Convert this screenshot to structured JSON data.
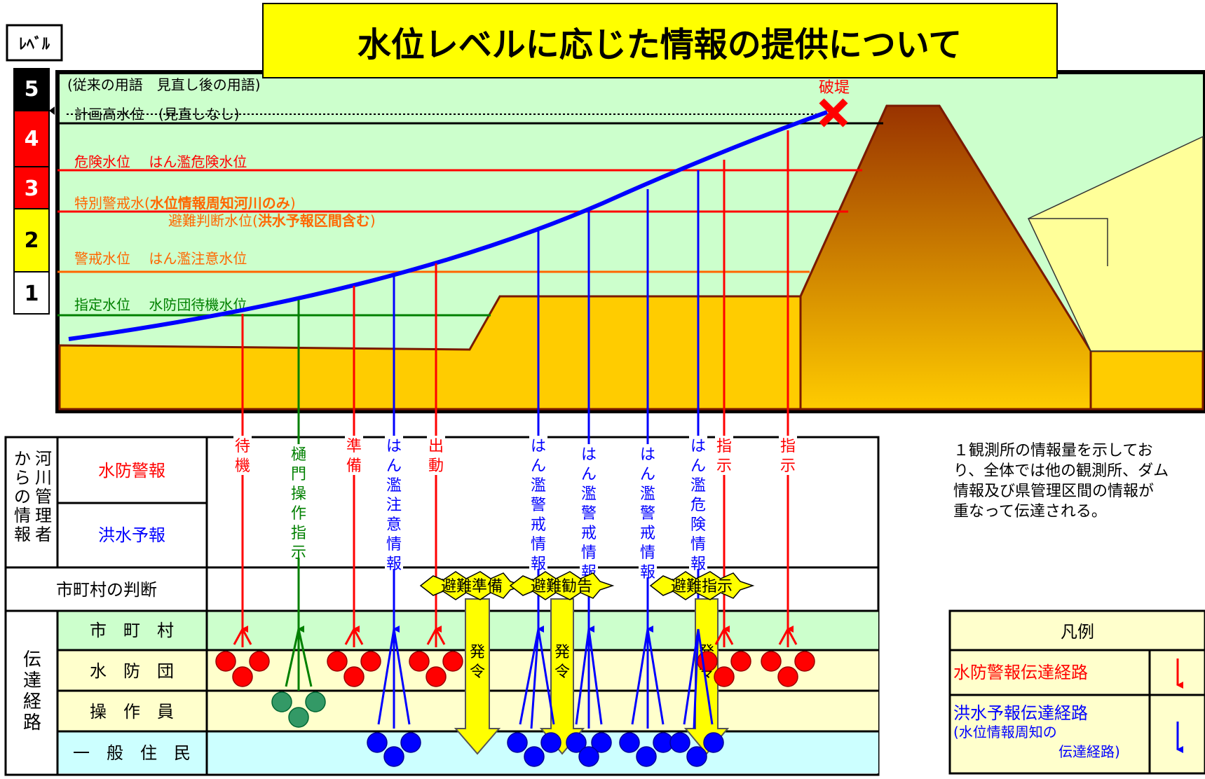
{
  "title": "水位レベルに応じた情報の提供について",
  "level_label": "ﾚﾍﾞﾙ",
  "levels": [
    {
      "label": "5",
      "color": "#000000",
      "text_color": "#ffffff"
    },
    {
      "label": "4",
      "color": "#ff0000",
      "text_color": "#ffffff"
    },
    {
      "label": "3",
      "color": "#ff0000",
      "text_color": "#ffffff"
    },
    {
      "label": "2",
      "color": "#ffff00",
      "text_color": "#000000"
    },
    {
      "label": "1",
      "color": "#ffffff",
      "text_color": "#000000"
    }
  ],
  "water_levels": {
    "header": "(従来の用語　見直し後の用語)",
    "plan": "計画高水位　(見直しなし)",
    "danger": "危険水位　 はん濫危険水位",
    "special_a": "特別警戒水(",
    "special_a_bold": "水位情報周知河川のみ",
    "special_a_end": ")",
    "special_b": "避難判断水位(",
    "special_b_bold": "洪水予報区間含む",
    "special_b_end": ")",
    "warning": "警戒水位　 はん濫注意水位",
    "designated": "指定水位　 水防団待機水位"
  },
  "breach_label": "破堤",
  "left_table": {
    "river_admin": "河川管理者から",
    "suibo_keiho": "水防警報",
    "kozui_yoho": "洪水予報",
    "municipal_judgment": "市町村の判断",
    "transmission": "伝達経路",
    "rows": [
      "市　町　村",
      "水　防　団",
      "操　作　員",
      "一　般　住　民"
    ]
  },
  "vertical_labels": [
    {
      "text": "待機",
      "color": "red"
    },
    {
      "text": "樋門操作指示",
      "color": "green"
    },
    {
      "text": "準備",
      "color": "red"
    },
    {
      "text": "はん濫注意情報",
      "color": "blue"
    },
    {
      "text": "出動",
      "color": "red"
    },
    {
      "text": "はん濫警戒情報",
      "color": "blue"
    },
    {
      "text": "はん濫警戒情報",
      "color": "blue"
    },
    {
      "text": "はん濫警戒情報",
      "color": "blue"
    },
    {
      "text": "はん濫危険情報",
      "color": "blue"
    },
    {
      "text": "指示",
      "color": "red"
    },
    {
      "text": "指示",
      "color": "red"
    }
  ],
  "evacuation": [
    "避難準備",
    "避難勧告",
    "避難指示"
  ],
  "order_label": "発令",
  "note": "１観測所の情報量を示しており、全体では他の観測所、ダム情報及び県管理区間の情報が重なって伝達される。",
  "legend": {
    "title": "凡例",
    "items": [
      {
        "label": "水防警報伝達経路",
        "color": "#ff0000"
      },
      {
        "label": "洪水予報伝達経路",
        "sub1": "(水位情報周知の",
        "sub2": "伝達経路)",
        "color": "#0000ff"
      }
    ]
  },
  "colors": {
    "sky": "#ccffcc",
    "ground": "#ffcc00",
    "levee_top": "#993300",
    "flood_line": "#0000ff",
    "red_line": "#ff0000",
    "orange_line": "#ff6600",
    "green_line": "#008000",
    "row_municipal": "#ccffcc",
    "row_suibodan": "#ffffcc",
    "row_operator": "#ffffcc",
    "row_residents": "#ccffff",
    "legend_bg": "#ffffcc",
    "title_bg": "#ffff00"
  }
}
